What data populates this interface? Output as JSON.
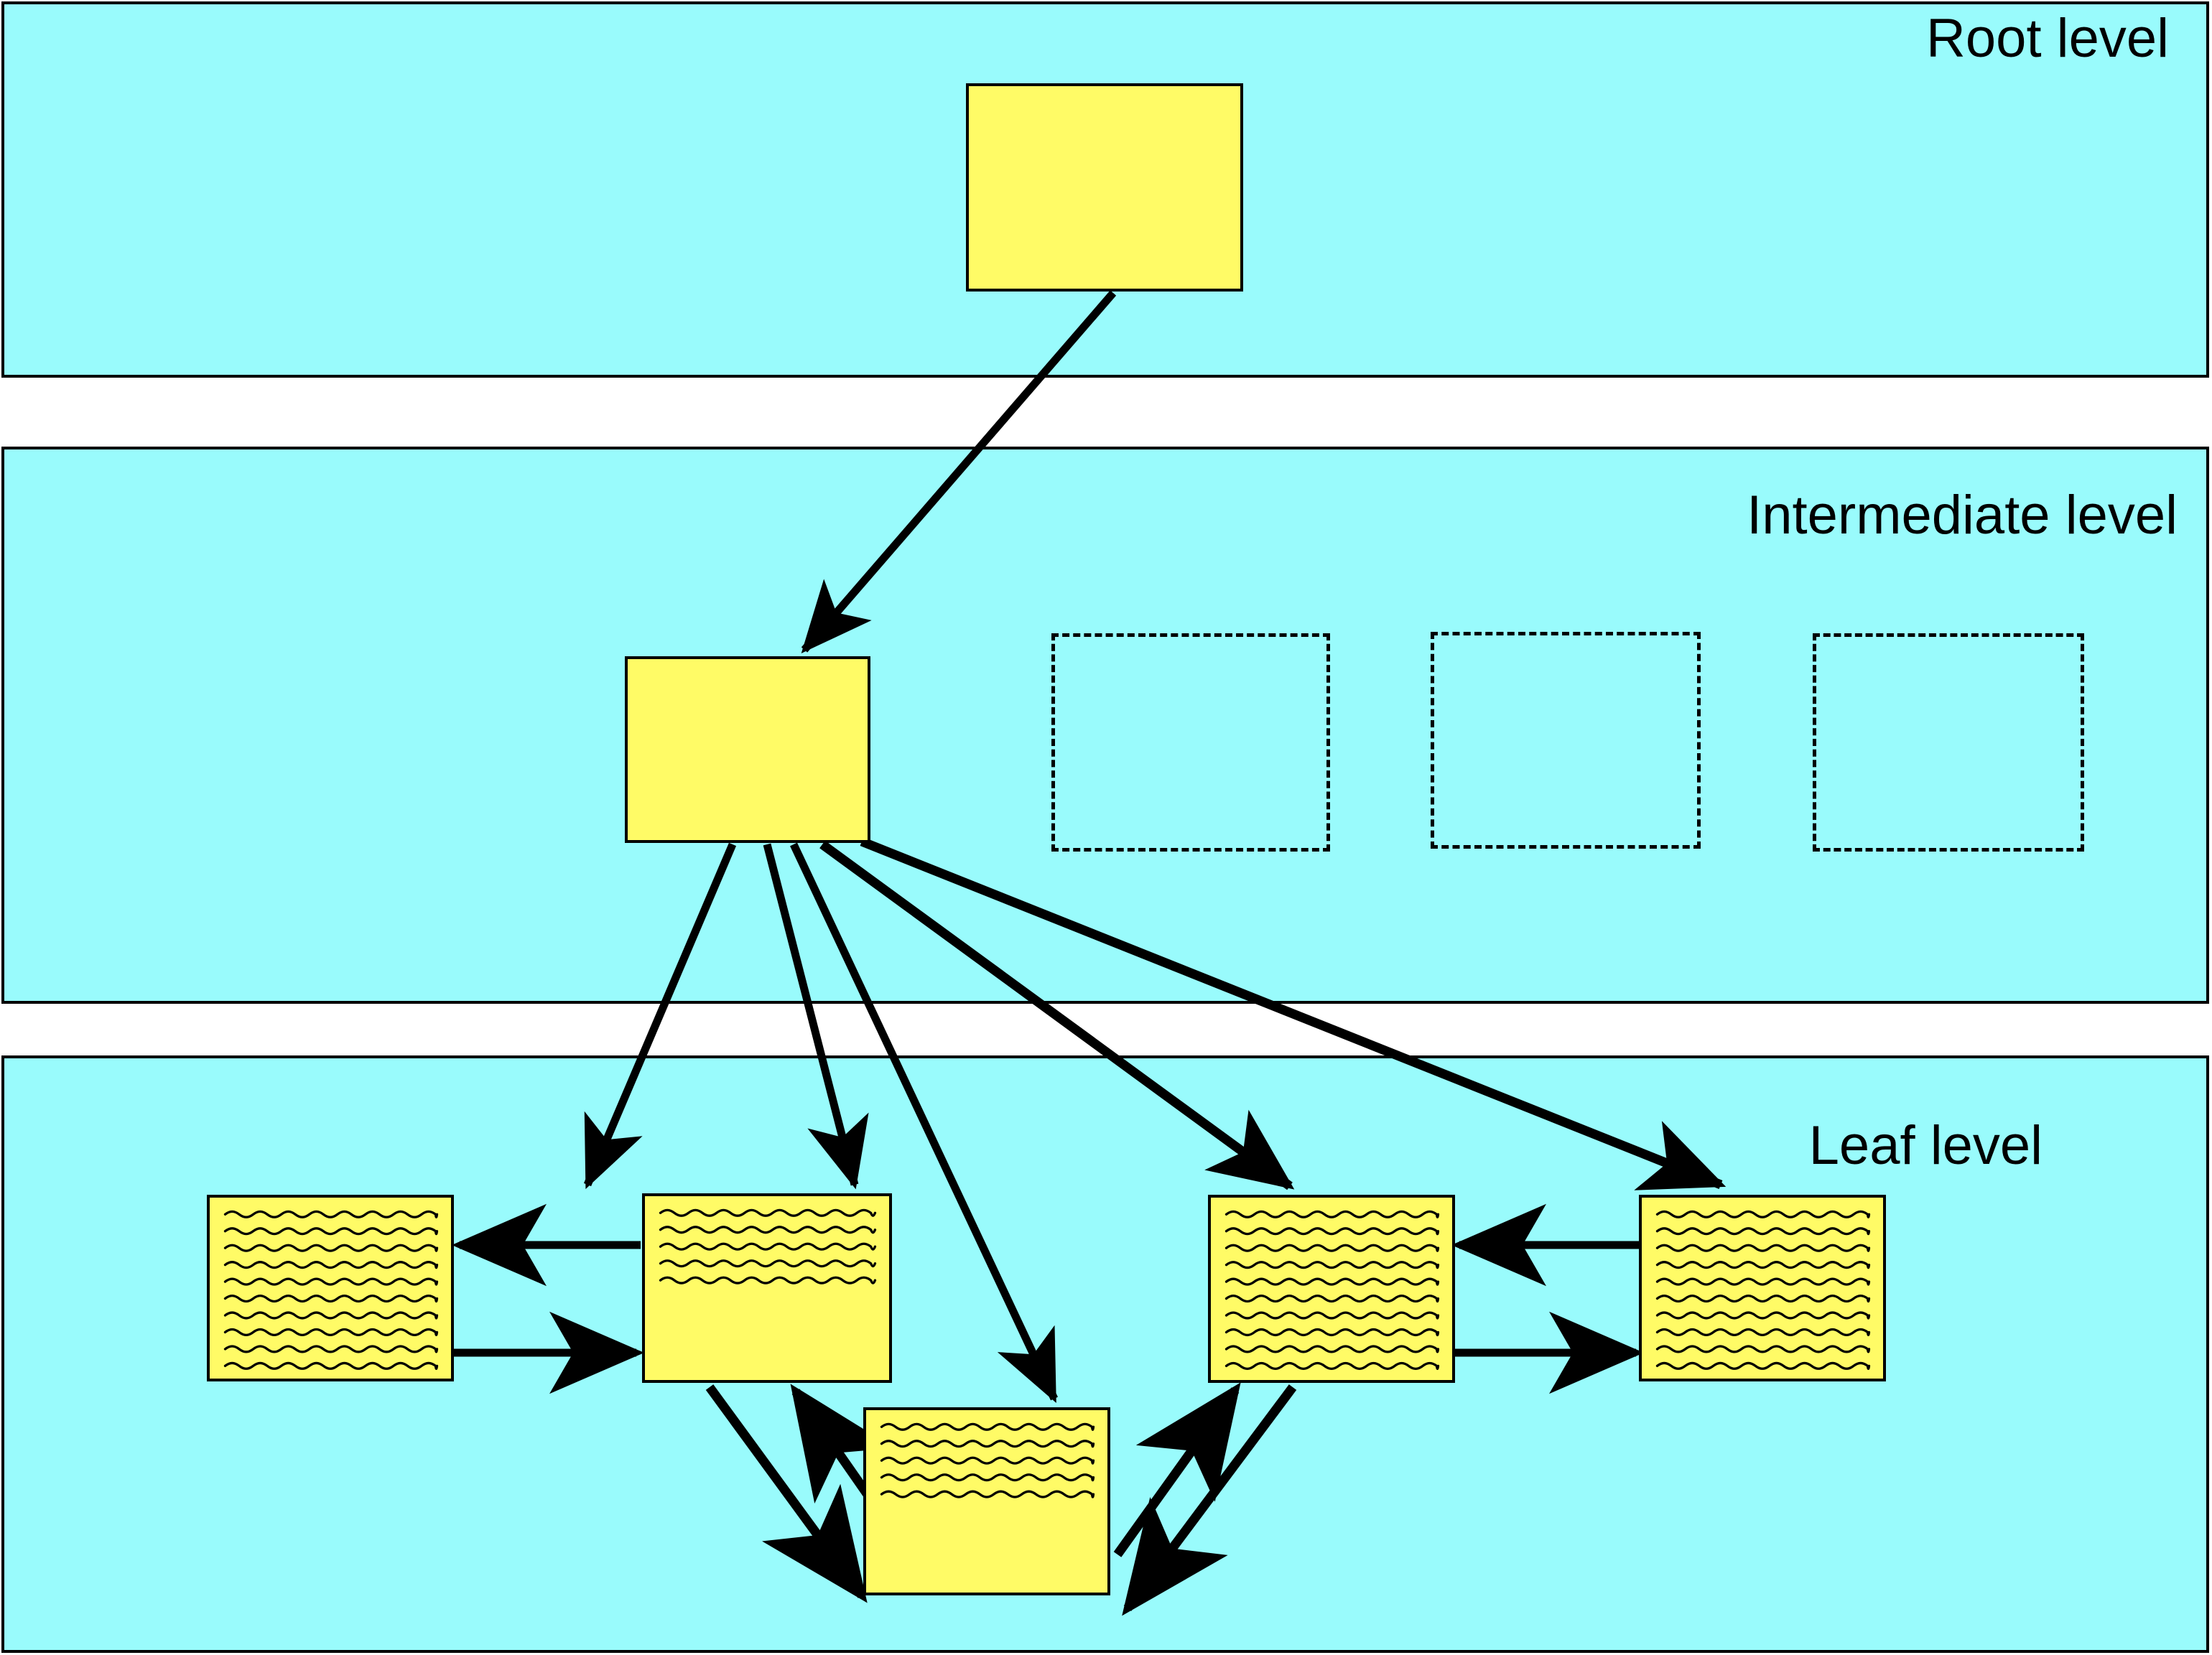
{
  "diagram": {
    "title": "Three-level hierarchy with root, intermediate and leaf nodes",
    "colors": {
      "band_fill": "#99FBFC",
      "node_fill": "#FFFB66",
      "stroke": "#000000",
      "page_background": "#FFFFFF"
    },
    "bands": [
      {
        "id": "root",
        "label": "Root level",
        "label_align": "right"
      },
      {
        "id": "intermediate",
        "label": "Intermediate level",
        "label_align": "right"
      },
      {
        "id": "leaf",
        "label": "Leaf level",
        "label_align": "right"
      }
    ],
    "nodes": [
      {
        "id": "root-node",
        "band": "root",
        "style": "filled",
        "content": "blank",
        "label": ""
      },
      {
        "id": "intermediate-node",
        "band": "intermediate",
        "style": "filled",
        "content": "blank",
        "label": ""
      },
      {
        "id": "intermediate-slot-1",
        "band": "intermediate",
        "style": "dashed-placeholder",
        "content": "empty",
        "label": ""
      },
      {
        "id": "intermediate-slot-2",
        "band": "intermediate",
        "style": "dashed-placeholder",
        "content": "empty",
        "label": ""
      },
      {
        "id": "intermediate-slot-3",
        "band": "intermediate",
        "style": "dashed-placeholder",
        "content": "empty",
        "label": ""
      },
      {
        "id": "leaf-node-1",
        "band": "leaf",
        "style": "filled",
        "content": "squiggle-text",
        "text_lines": 10,
        "label": ""
      },
      {
        "id": "leaf-node-2",
        "band": "leaf",
        "style": "filled",
        "content": "squiggle-text",
        "text_lines": 5,
        "label": ""
      },
      {
        "id": "leaf-node-3",
        "band": "leaf",
        "style": "filled",
        "content": "squiggle-text",
        "text_lines": 5,
        "label": ""
      },
      {
        "id": "leaf-node-4",
        "band": "leaf",
        "style": "filled",
        "content": "squiggle-text",
        "text_lines": 10,
        "label": ""
      },
      {
        "id": "leaf-node-5",
        "band": "leaf",
        "style": "filled",
        "content": "squiggle-text",
        "text_lines": 10,
        "label": ""
      }
    ],
    "edges": [
      {
        "from": "root-node",
        "to": "intermediate-node",
        "kind": "hierarchy",
        "direction": "one-way"
      },
      {
        "from": "intermediate-node",
        "to": "leaf-node-1",
        "kind": "hierarchy",
        "direction": "one-way"
      },
      {
        "from": "intermediate-node",
        "to": "leaf-node-2",
        "kind": "hierarchy",
        "direction": "one-way"
      },
      {
        "from": "intermediate-node",
        "to": "leaf-node-3",
        "kind": "hierarchy",
        "direction": "one-way"
      },
      {
        "from": "intermediate-node",
        "to": "leaf-node-4",
        "kind": "hierarchy",
        "direction": "one-way"
      },
      {
        "from": "intermediate-node",
        "to": "leaf-node-5",
        "kind": "hierarchy",
        "direction": "one-way"
      },
      {
        "from": "leaf-node-2",
        "to": "leaf-node-1",
        "kind": "peer",
        "direction": "one-way"
      },
      {
        "from": "leaf-node-1",
        "to": "leaf-node-2",
        "kind": "peer",
        "direction": "one-way"
      },
      {
        "from": "leaf-node-5",
        "to": "leaf-node-4",
        "kind": "peer",
        "direction": "one-way"
      },
      {
        "from": "leaf-node-4",
        "to": "leaf-node-5",
        "kind": "peer",
        "direction": "one-way"
      },
      {
        "from": "leaf-node-2",
        "to": "leaf-node-3",
        "kind": "peer",
        "direction": "one-way"
      },
      {
        "from": "leaf-node-3",
        "to": "leaf-node-2",
        "kind": "peer",
        "direction": "one-way"
      },
      {
        "from": "leaf-node-3",
        "to": "leaf-node-4",
        "kind": "peer",
        "direction": "one-way"
      },
      {
        "from": "leaf-node-4",
        "to": "leaf-node-3",
        "kind": "peer",
        "direction": "one-way"
      }
    ]
  }
}
